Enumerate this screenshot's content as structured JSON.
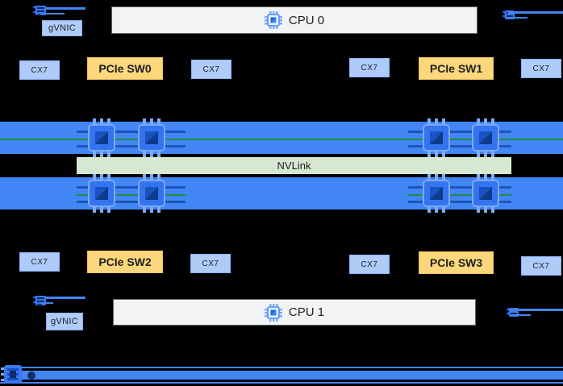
{
  "title": "GPU server topology diagram",
  "colors": {
    "background": "#000000",
    "band_blue": "#4285f4",
    "box_blue_fill": "#aecbfa",
    "box_yellow_fill": "#fcd77b",
    "nvlink_fill": "#d6e8d2",
    "green_line": "#1a8f45",
    "cpu_box_fill": "#f1f3f4",
    "text": "#202124"
  },
  "cpus": {
    "cpu0": "CPU 0",
    "cpu1": "CPU 1"
  },
  "nvlink_label": "NVLink",
  "gvnic": {
    "top": "gVNIC",
    "bottom": "gVNIC"
  },
  "row_top": {
    "cx7_outer_left": "CX7",
    "pcie_sw0": "PCIe SW0",
    "cx7_inner_left": "CX7",
    "cx7_inner_right": "CX7",
    "pcie_sw1": "PCIe SW1",
    "cx7_outer_right": "CX7"
  },
  "row_bottom": {
    "cx7_outer_left": "CX7",
    "pcie_sw2": "PCIe SW2",
    "cx7_inner_left": "CX7",
    "cx7_inner_right": "CX7",
    "pcie_sw3": "PCIe SW3",
    "cx7_outer_right": "CX7"
  },
  "icons": {
    "cpu_chip": "cpu-chip-icon",
    "gpu_chip": "gpu-chip-icon",
    "nic_port": "nic-port-icon",
    "bus_chip": "bus-chip-icon"
  }
}
